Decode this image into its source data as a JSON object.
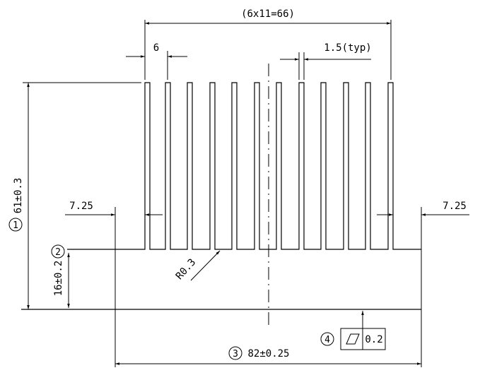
{
  "drawing": {
    "fin_pitch_total": "(6x11=66)",
    "fin_pitch": "6",
    "fin_thickness": "1.5(typ)",
    "overall_height": "61±0.3",
    "base_height": "16±0.2",
    "left_edge_offset": "7.25",
    "right_edge_offset": "7.25",
    "root_radius": "R0.3",
    "overall_width": "82±0.25",
    "flatness_tolerance": "0.2",
    "balloons": [
      "1",
      "2",
      "3",
      "4"
    ]
  }
}
